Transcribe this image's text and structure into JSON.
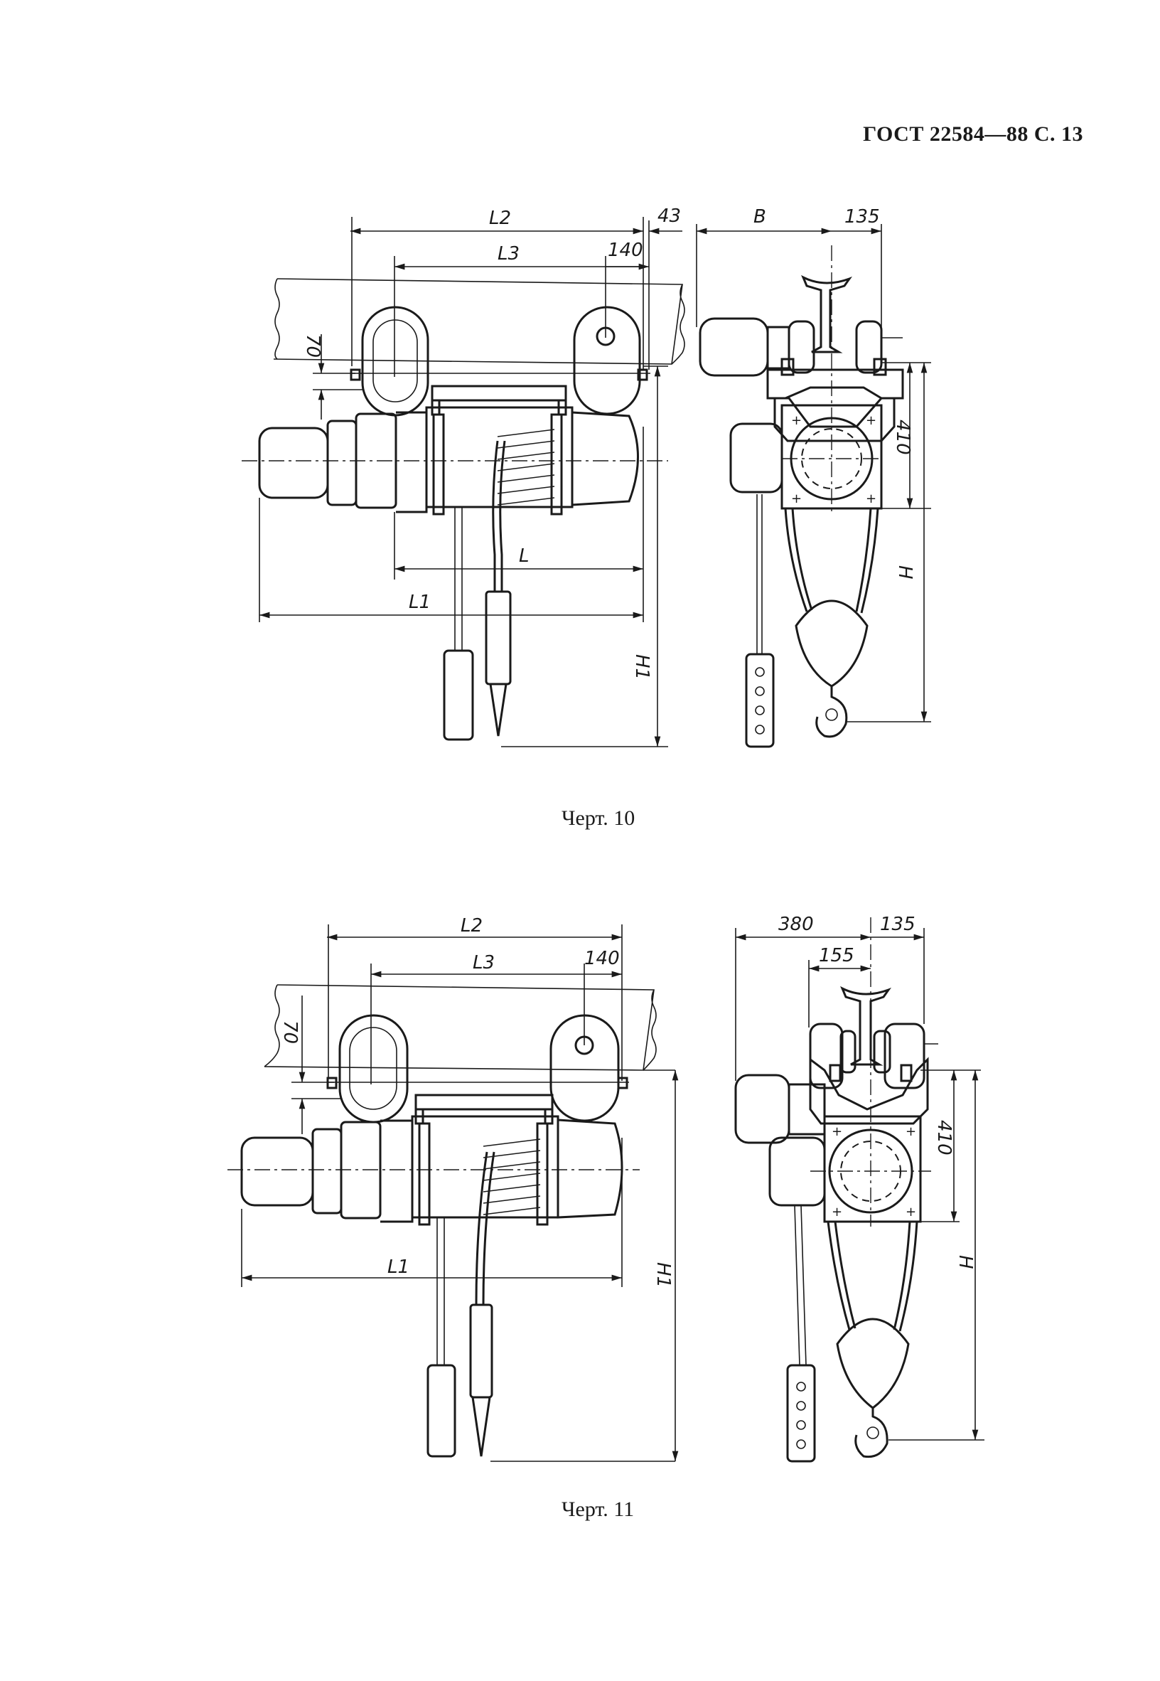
{
  "header": {
    "text": "ГОСТ 22584—88 С. 13"
  },
  "figure10": {
    "caption": "Черт. 10",
    "labels": {
      "L2": "L2",
      "L3": "L3",
      "L": "L",
      "L1": "L1",
      "H": "H",
      "H1": "H1",
      "d70": "70",
      "d140": "140",
      "d43": "43",
      "B": "B",
      "d135": "135",
      "d410": "410"
    }
  },
  "figure11": {
    "caption": "Черт. 11",
    "labels": {
      "L2": "L2",
      "L3": "L3",
      "L1": "L1",
      "H": "H",
      "H1": "H1",
      "d70": "70",
      "d140": "140",
      "d380": "380",
      "d135": "135",
      "d155": "155",
      "d410": "410"
    }
  }
}
